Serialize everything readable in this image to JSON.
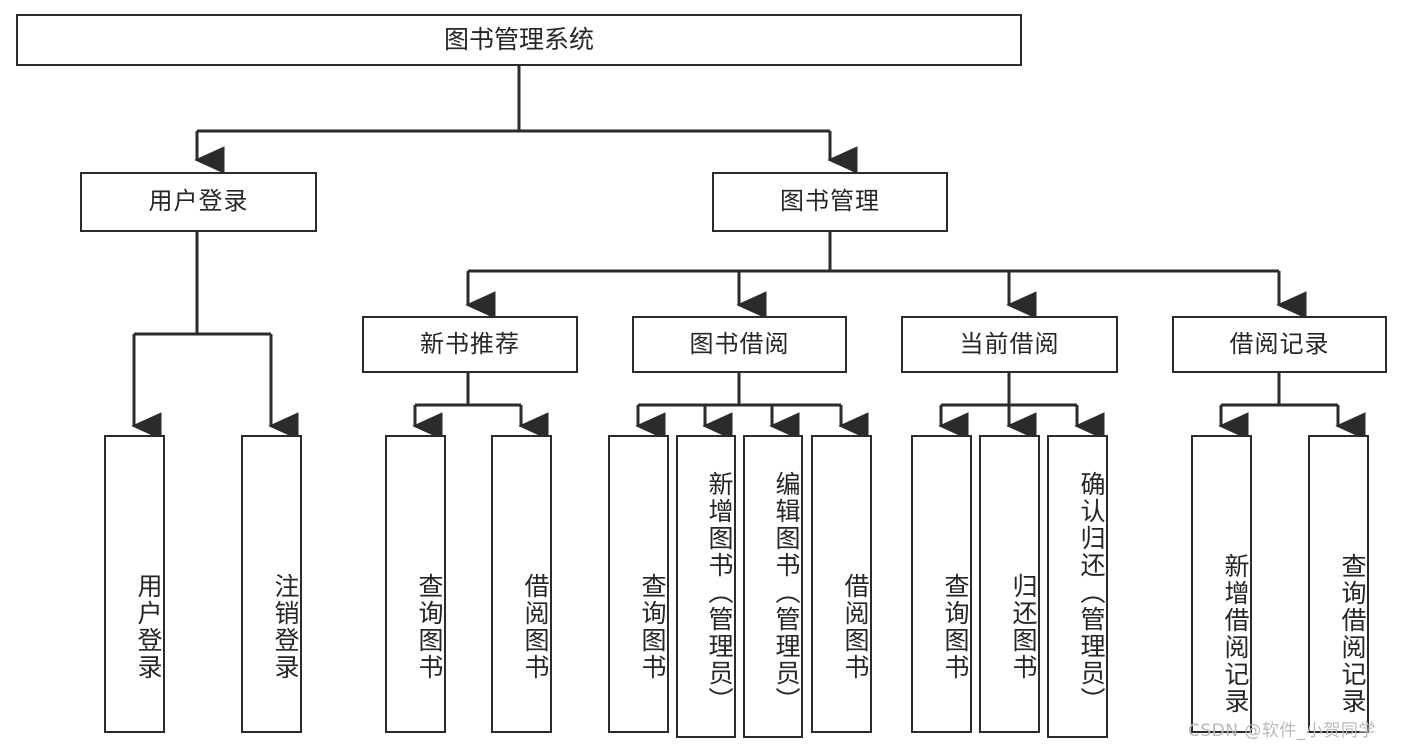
{
  "diagram": {
    "type": "tree-hierarchy",
    "title": "图书管理系统",
    "root": {
      "id": "root",
      "label": "图书管理系统"
    },
    "level2": [
      {
        "id": "user-login",
        "label": "用户登录"
      },
      {
        "id": "book-management",
        "label": "图书管理"
      }
    ],
    "level3": [
      {
        "id": "new-book-recommend",
        "label": "新书推荐",
        "parent": "book-management"
      },
      {
        "id": "book-borrow",
        "label": "图书借阅",
        "parent": "book-management"
      },
      {
        "id": "current-borrow",
        "label": "当前借阅",
        "parent": "book-management"
      },
      {
        "id": "borrow-record",
        "label": "借阅记录",
        "parent": "book-management"
      }
    ],
    "leaves": {
      "user-login": [
        {
          "id": "leaf-user-login",
          "label": "用户登录"
        },
        {
          "id": "leaf-user-logout",
          "label": "注销登录"
        }
      ],
      "new-book-recommend": [
        {
          "id": "leaf-query-book-1",
          "label": "查询图书"
        },
        {
          "id": "leaf-borrow-book-1",
          "label": "借阅图书"
        }
      ],
      "book-borrow": [
        {
          "id": "leaf-query-book-2",
          "label": "查询图书"
        },
        {
          "id": "leaf-add-book",
          "label": "新增图书（管理员）"
        },
        {
          "id": "leaf-edit-book",
          "label": "编辑图书（管理员）"
        },
        {
          "id": "leaf-borrow-book-2",
          "label": "借阅图书"
        }
      ],
      "current-borrow": [
        {
          "id": "leaf-query-book-3",
          "label": "查询图书"
        },
        {
          "id": "leaf-return-book",
          "label": "归还图书"
        },
        {
          "id": "leaf-confirm-return",
          "label": "确认归还（管理员）"
        }
      ],
      "borrow-record": [
        {
          "id": "leaf-add-record",
          "label": "新增借阅记录"
        },
        {
          "id": "leaf-query-record",
          "label": "查询借阅记录"
        }
      ]
    },
    "colors": {
      "border": "#2b2b2b",
      "text": "#262626",
      "background": "#ffffff",
      "watermark": "#b9b9b9"
    }
  },
  "watermark": {
    "text": "CSDN @软件_小贺同学"
  }
}
